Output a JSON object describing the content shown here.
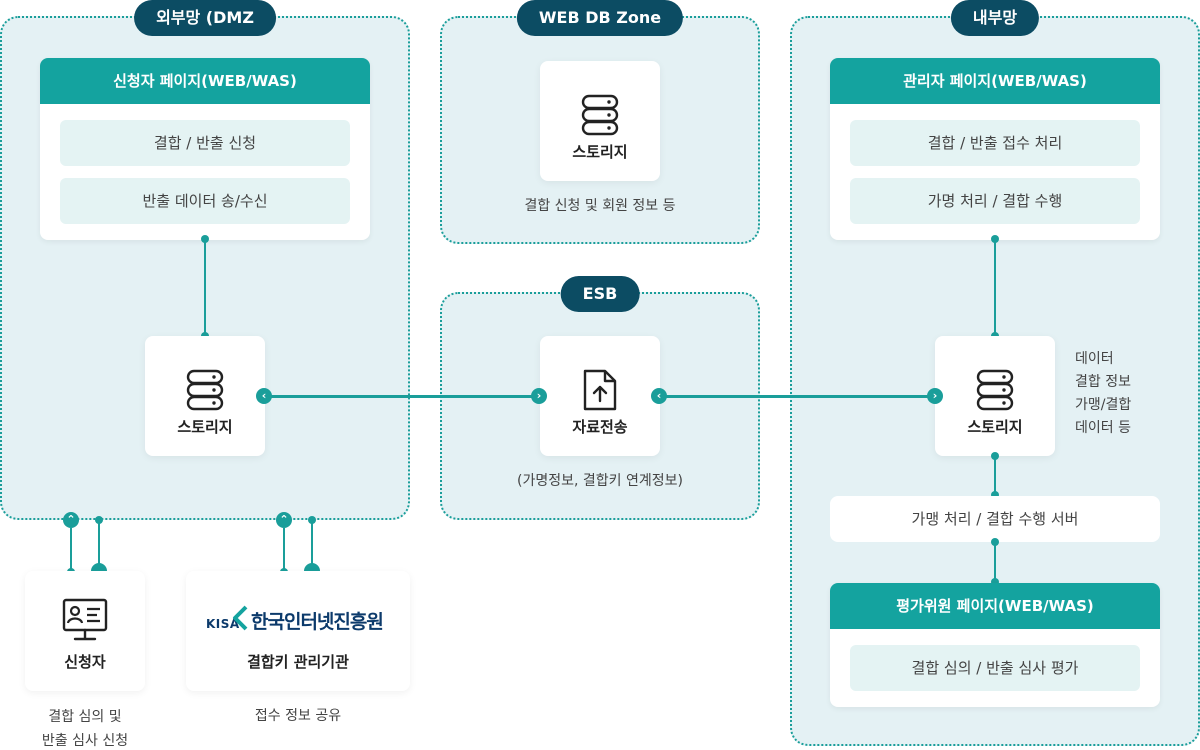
{
  "zones": {
    "dmz": {
      "title": "외부망 (DMZ",
      "applicant_page": {
        "title": "신청자 페이지(WEB/WAS)",
        "items": [
          "결합 / 반출 신청",
          "반출 데이터 송/수신"
        ]
      },
      "storage_label": "스토리지"
    },
    "webdb": {
      "title": "WEB DB Zone",
      "storage_label": "스토리지",
      "caption": "결합 신청 및 회원 정보 등"
    },
    "esb": {
      "title": "ESB",
      "transfer_label": "자료전송",
      "caption": "(가명정보, 결합키 연계정보)"
    },
    "internal": {
      "title": "내부망",
      "admin_page": {
        "title": "관리자 페이지(WEB/WAS)",
        "items": [
          "결합 / 반출 접수 처리",
          "가명 처리 / 결합 수행"
        ]
      },
      "storage_label": "스토리지",
      "storage_note": [
        "데이터",
        "결합 정보",
        "가맹/결합",
        "데이터 등"
      ],
      "server_label": "가맹 처리 / 결합 수행 서버",
      "evaluator_page": {
        "title": "평가위원 페이지(WEB/WAS)",
        "items": [
          "결합 심의 / 반출 심사 평가"
        ]
      }
    }
  },
  "external": {
    "applicant": {
      "label": "신청자",
      "caption_lines": [
        "결합 심의 및",
        "반출 심사 신청"
      ]
    },
    "kisa": {
      "logo_text": "KISA",
      "org_name": "한국인터넷진흥원",
      "label": "결합키 관리기관",
      "caption": "접수 정보 공유"
    }
  },
  "icons": {
    "storage": "database-icon",
    "transfer": "file-upload-icon",
    "applicant": "monitor-user-icon",
    "arrow_up": "chevron-up-icon",
    "arrow_down": "chevron-down-icon",
    "arrow_left": "chevron-left-icon",
    "arrow_right": "chevron-right-icon"
  },
  "colors": {
    "teal": "#14a39f",
    "navy": "#0c4c63",
    "zone_bg": "#e4f1f4",
    "pill_bg": "#e4f3f3"
  }
}
